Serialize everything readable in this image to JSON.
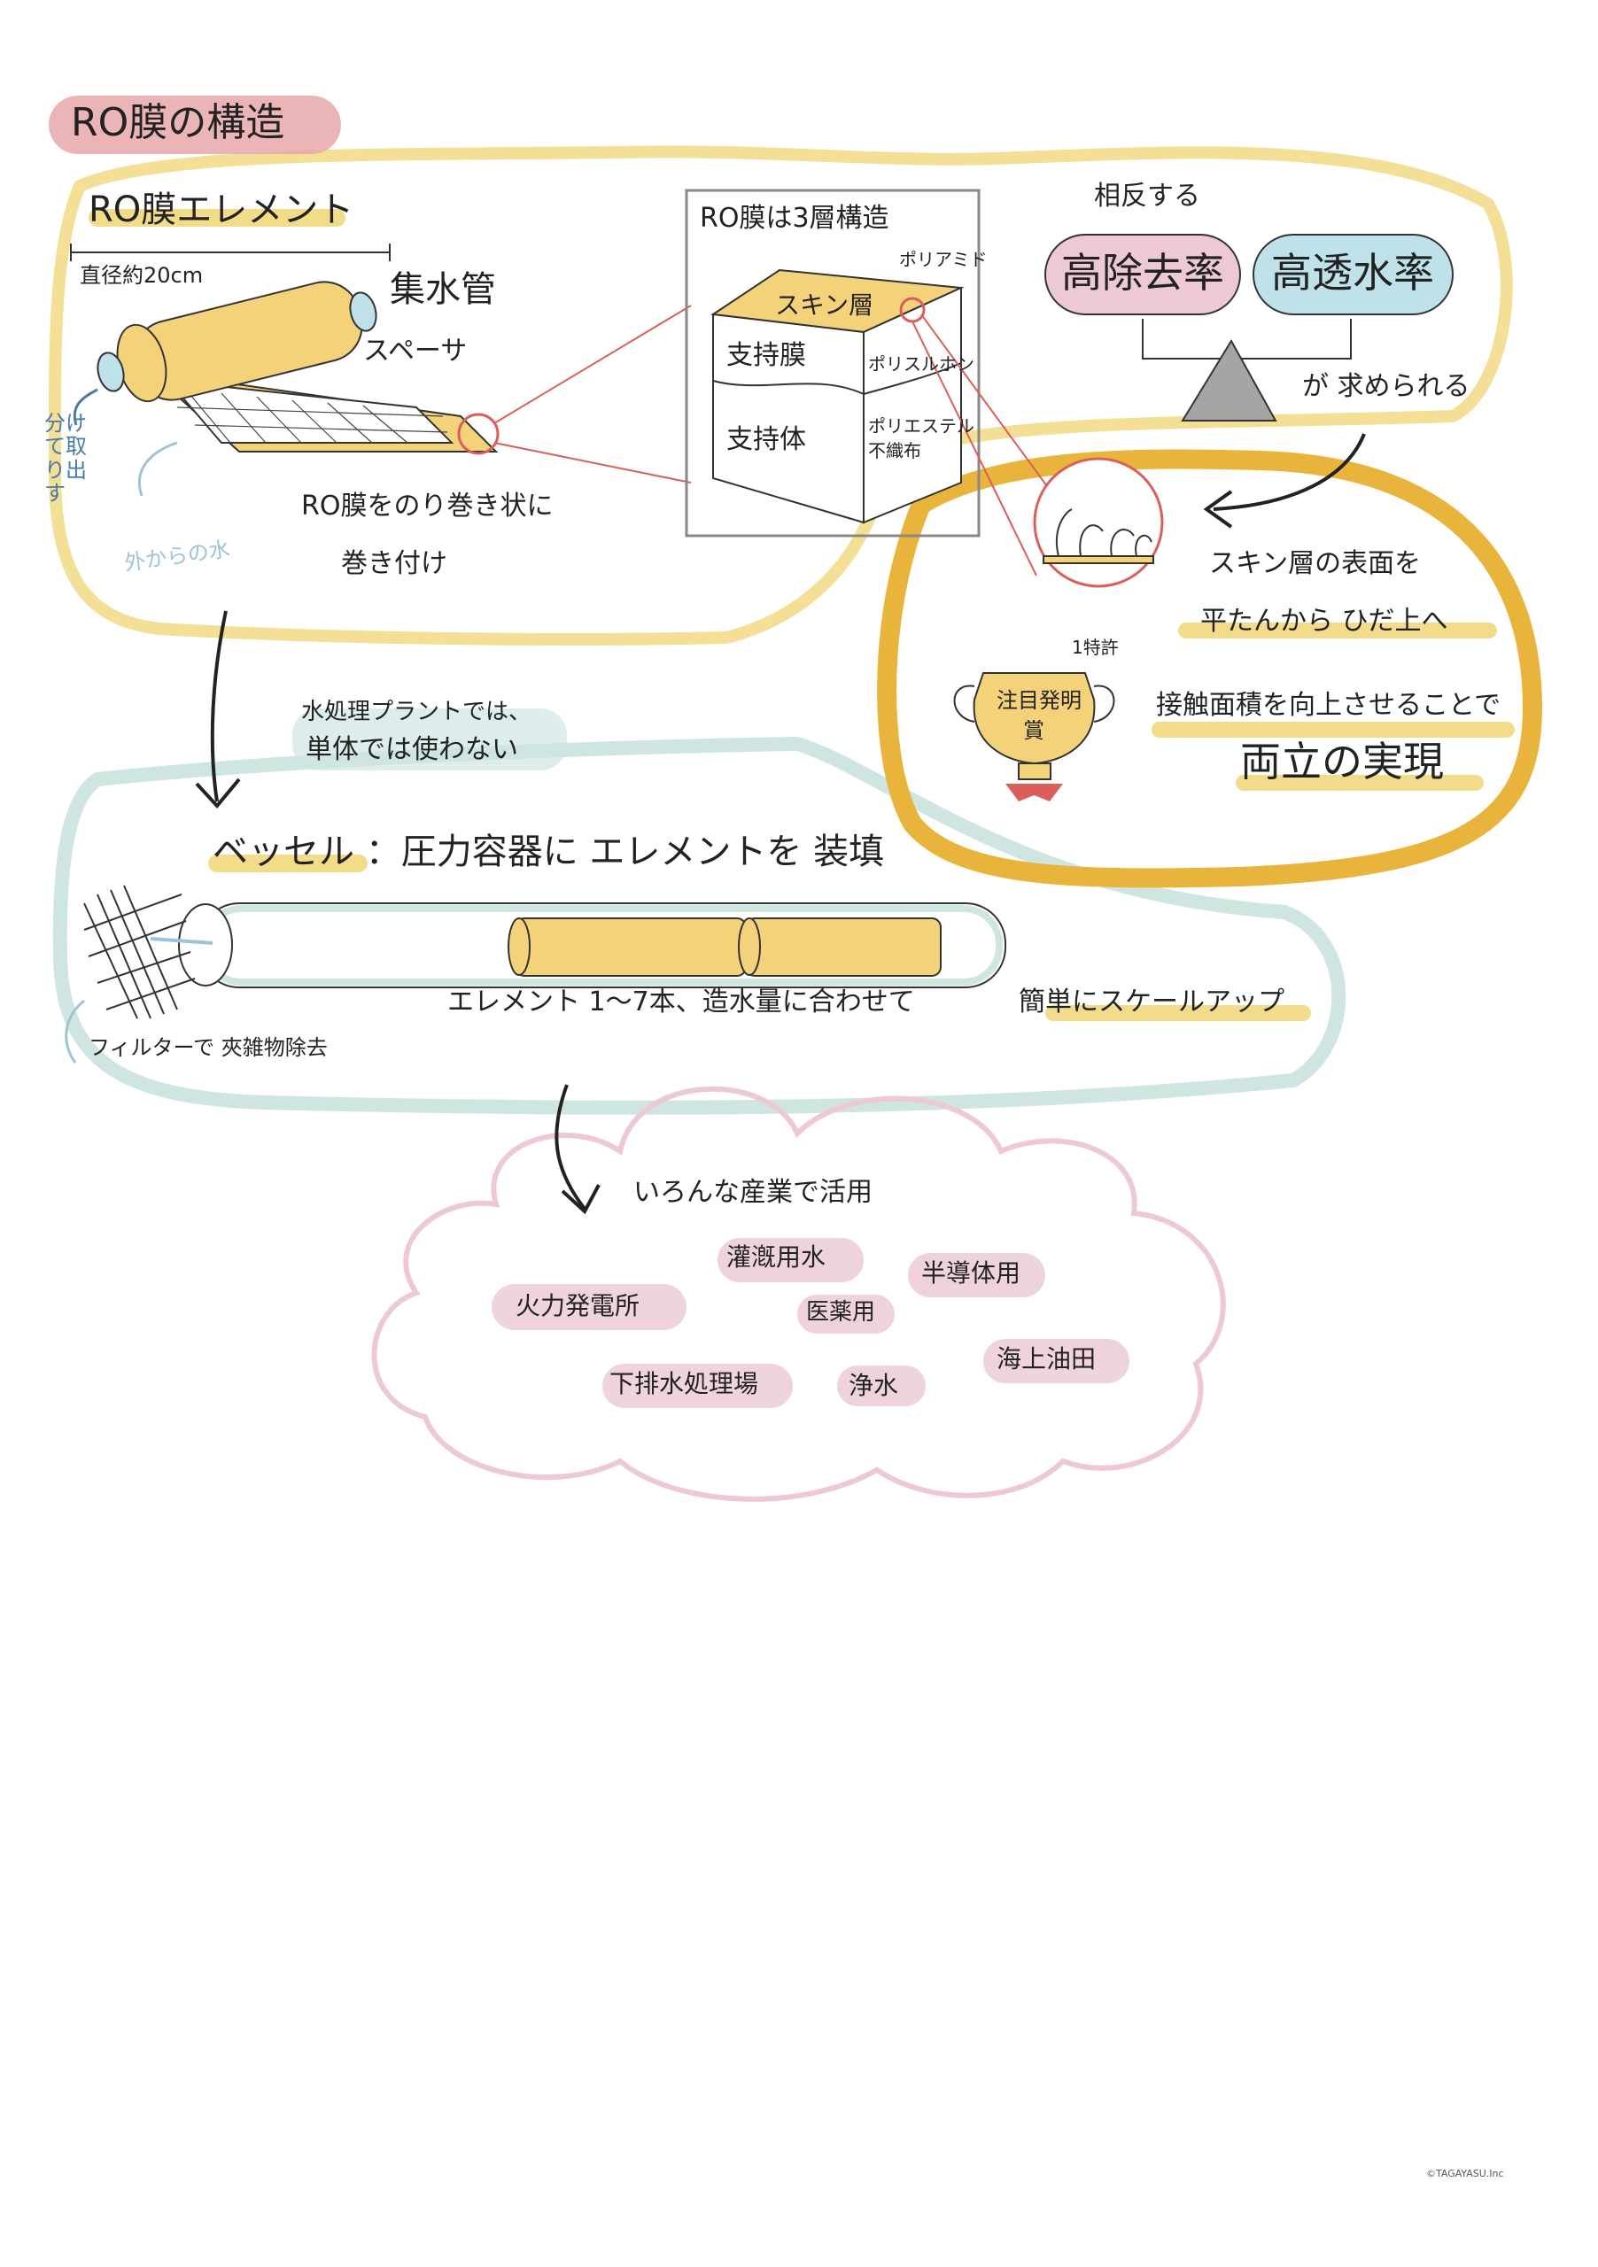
{
  "title": "RO膜の構造",
  "element_section": {
    "label": "RO膜エレメント",
    "diameter": "直径約20cm",
    "collector_pipe": "集水管",
    "spacer": "スペーサ",
    "separate": "分けて取り出す",
    "outside_water": "外からの水",
    "wrap_line1": "RO膜をのり巻き状に",
    "wrap_line2": "巻き付け"
  },
  "layer_section": {
    "title": "RO膜は3層構造",
    "polyamide": "ポリアミド",
    "skin_layer": "スキン層",
    "support_membrane": "支持膜",
    "polysulfone": "ポリスルホン",
    "support_body": "支持体",
    "polyester_line1": "ポリエステル",
    "polyester_line2": "不織布"
  },
  "tradeoff": {
    "contradictory": "相反する",
    "high_rejection": "高除去率",
    "high_permeability": "高透水率",
    "required": "が 求められる"
  },
  "skin_surface": {
    "line1": "スキン層の表面を",
    "line2": "平たんから ひだ上へ",
    "line3": "接触面積を向上させることで",
    "line4": "両立の実現",
    "patent": "1特許",
    "trophy_line1": "注目発明",
    "trophy_line2": "賞"
  },
  "plant_note": {
    "line1": "水処理プラントでは、",
    "line2": "単体では使わない"
  },
  "vessel": {
    "heading": "ベッセル ：圧力容器に エレメントを 装填",
    "filter": "フィルターで 夾雑物除去",
    "element_prefix": "エレメント 1〜7本、造水量に合わせて",
    "element_highlight": "簡単にスケールアップ"
  },
  "industries": {
    "heading": "いろんな産業で活用",
    "items": [
      "火力発電所",
      "灌漑用水",
      "医薬用",
      "半導体用",
      "下排水処理場",
      "浄水",
      "海上油田"
    ]
  },
  "copyright": "©TAGAYASU.Inc",
  "colors": {
    "yellow_band": "#f2dc8a",
    "yellow_fill": "#f4d27a",
    "teal_band": "#cfe5e2",
    "pink_pill": "#e8a8ab",
    "pink_cloud": "#ecc9d3",
    "blue_pill": "#bfe2ea",
    "orange_band": "#e8b43c",
    "red_line": "#d9605a",
    "triangle": "#a5a5a5"
  }
}
